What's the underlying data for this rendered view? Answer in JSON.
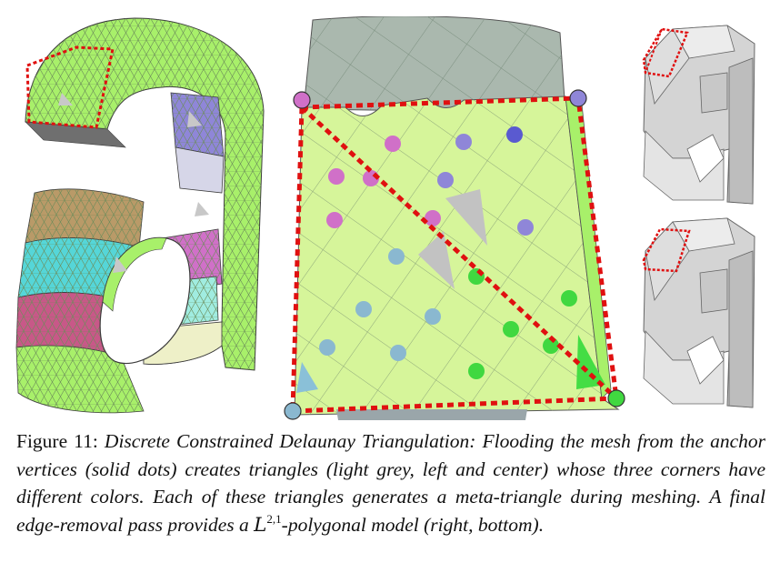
{
  "caption": {
    "label": "Figure 11:",
    "text_before_math": "Discrete Constrained Delaunay Triangulation: Flooding the mesh from the anchor vertices (solid dots) creates triangles (light grey, left and center) whose three corners have different colors. Each of these triangles generates a meta-triangle during meshing. A final edge-removal pass provides a ",
    "math_symbol": "L",
    "math_sup": "2,1",
    "text_after_math": "-polygonal model (right, bottom)."
  },
  "colors": {
    "mesh_green": "#a8f06a",
    "light_green": "#d6f59a",
    "grey_top": "#aab8ae",
    "selection_red": "#e01010",
    "anchor_pink": "#d070c8",
    "anchor_purple": "#8f86d8",
    "anchor_green": "#40d840",
    "anchor_blue": "#8ab8d0",
    "model_grey": "#d4d4d4"
  }
}
